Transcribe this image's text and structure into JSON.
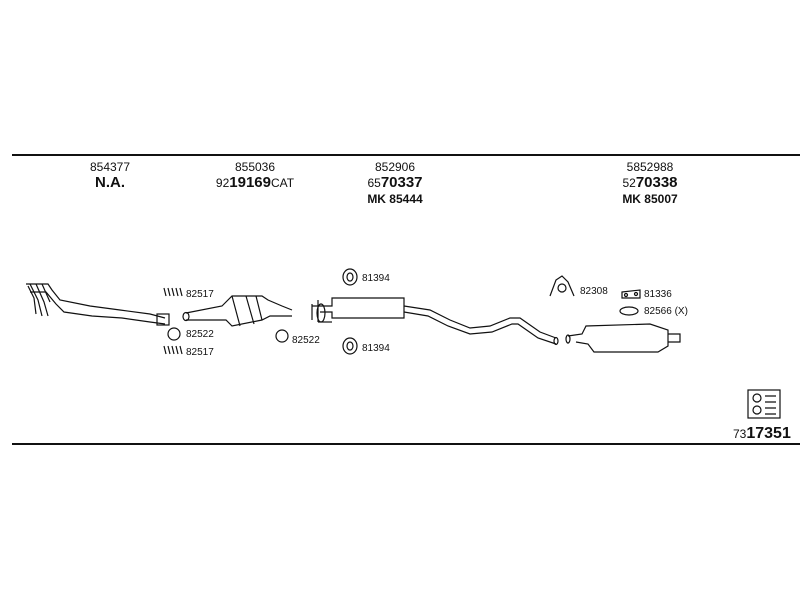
{
  "headers": [
    {
      "part_no": "854377",
      "prefix": "",
      "main": "N.A.",
      "suffix": "",
      "mk": ""
    },
    {
      "part_no": "855036",
      "prefix": "92",
      "main": "19169",
      "suffix": "CAT",
      "mk": ""
    },
    {
      "part_no": "852906",
      "prefix": "65",
      "main": "70337",
      "suffix": "",
      "mk": "MK  85444"
    },
    {
      "part_no": "5852988",
      "prefix": "52",
      "main": "70338",
      "suffix": "",
      "mk": "MK  85007"
    }
  ],
  "labels": {
    "spring_top": "82517",
    "ring_left": "82522",
    "spring_bottom": "82517",
    "ring_cat": "82522",
    "hanger_top": "81394",
    "hanger_bottom": "81394",
    "clamp": "82308",
    "rubber": "81336",
    "rubber_x": "82566 (X)"
  },
  "kit": {
    "prefix": "73",
    "main": "17351"
  },
  "icons": {
    "kit": "parts-kit-icon"
  }
}
